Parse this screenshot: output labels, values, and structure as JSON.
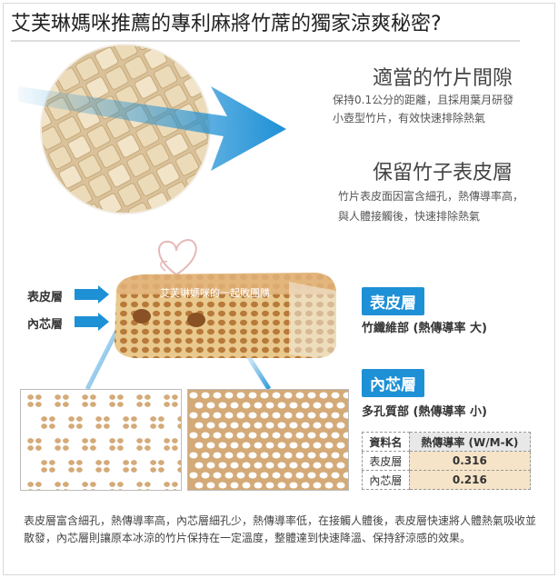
{
  "title": "艾芙琳媽咪推薦的專利麻將竹蓆的獨家涼爽秘密?",
  "section1": {
    "heading": "適當的竹片間隙",
    "lines": [
      "保持0.1公分的距離，且採用葉月研發",
      "小壺型竹片，有效快速排除熱氣"
    ]
  },
  "section2": {
    "heading": "保留竹子表皮層",
    "lines": [
      "竹片表皮面因富含細孔，熱傳導率高，",
      "與人體接觸後，快速排除熱氣"
    ]
  },
  "labels": {
    "surface": "表皮層",
    "core": "內芯層"
  },
  "watermark": "艾芙琳媽咪的一起敗團購",
  "badges": {
    "surface": {
      "title": "表皮層",
      "sub": "竹纖維部 (熱傳導率 大)"
    },
    "core": {
      "title": "內芯層",
      "sub": "多孔質部 (熱傳導率 小)"
    }
  },
  "table": {
    "headers": [
      "資料名",
      "熱傳導率 (W/M-K)"
    ],
    "rows": [
      [
        "表皮層",
        "0.316"
      ],
      [
        "內芯層",
        "0.216"
      ]
    ]
  },
  "paragraph": "表皮層富含細孔，熱傳導率高，內芯層細孔少，熱傳導率低，在接觸人體後，表皮層快速將人體熱氣吸收並散發，內芯層則讓原本冰涼的竹片保持在一定溫度，整體達到快速降溫、保持舒涼感的效果。",
  "colors": {
    "accent": "#1e90d6",
    "bamboo": "#e8d4ae",
    "dot": "#d4aa78"
  }
}
